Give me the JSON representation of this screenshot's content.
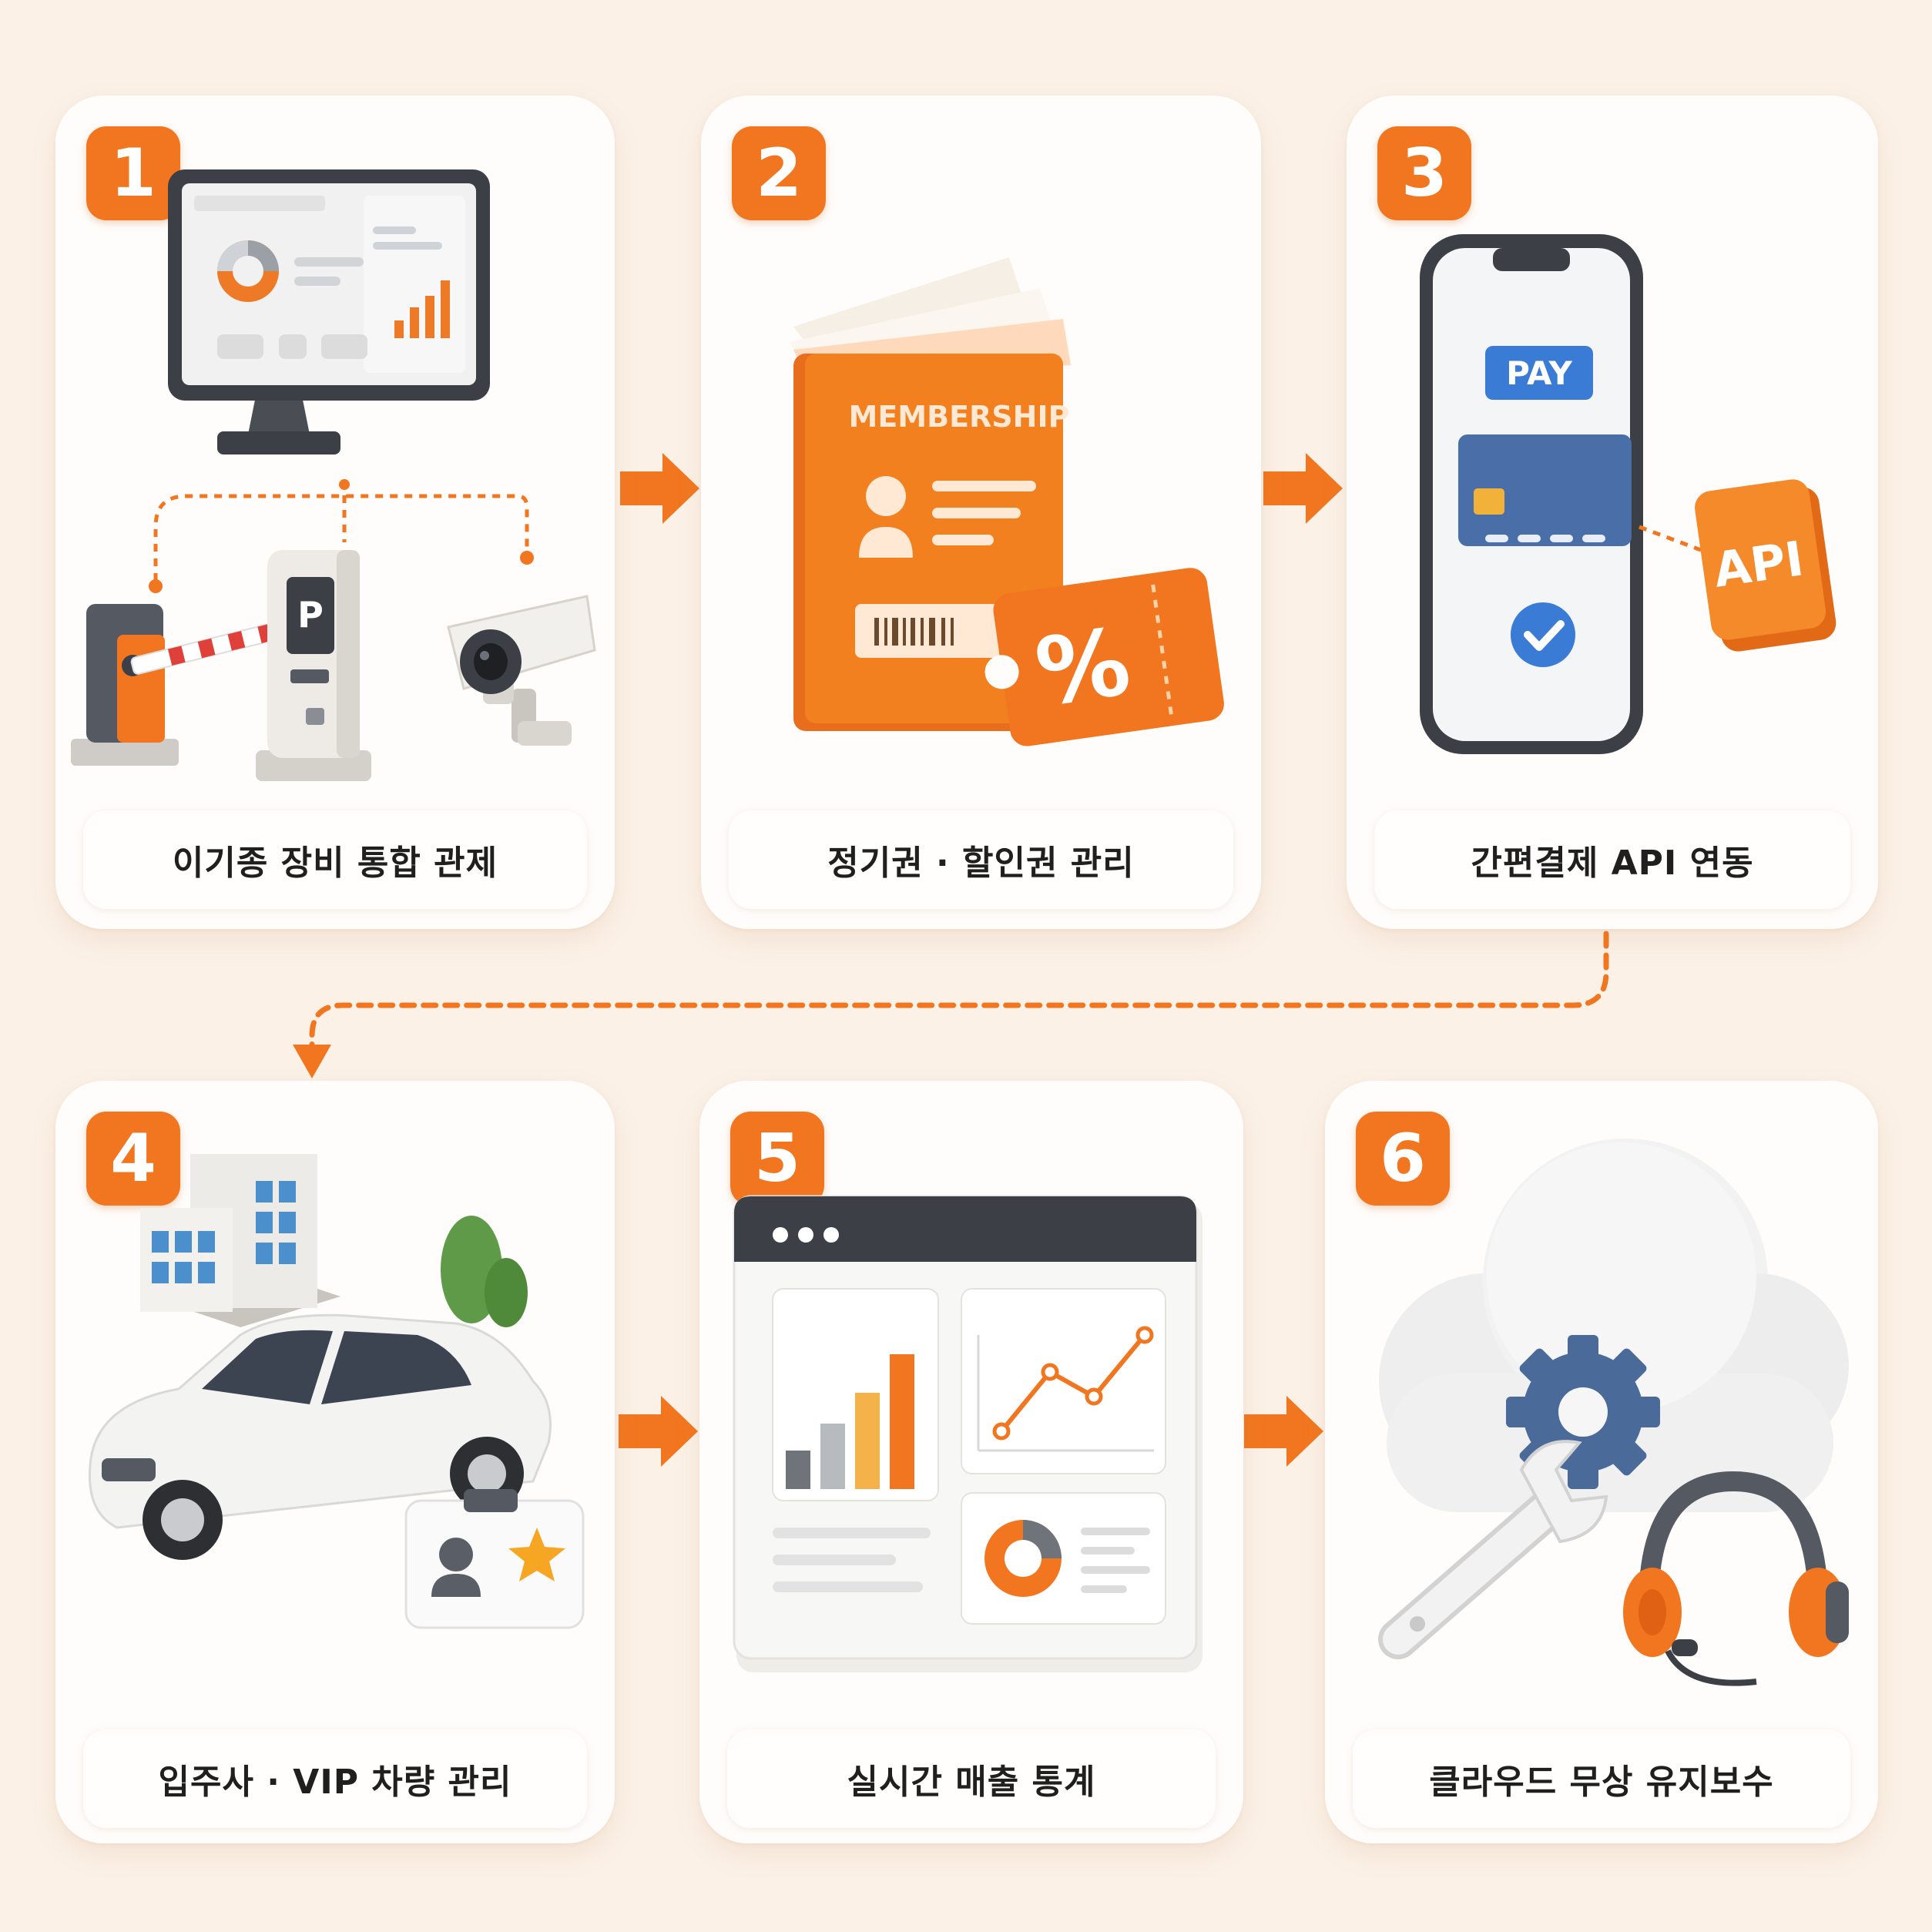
{
  "steps": [
    {
      "number": "1",
      "label": "이기종 장비 통합 관제"
    },
    {
      "number": "2",
      "label": "정기권 · 할인권 관리"
    },
    {
      "number": "3",
      "label": "간편결제 API 연동"
    },
    {
      "number": "4",
      "label": "입주사 · VIP 차량 관리"
    },
    {
      "number": "5",
      "label": "실시간 매출 통계"
    },
    {
      "number": "6",
      "label": "클라우드 무상 유지보수"
    }
  ],
  "illustration_text": {
    "parking_sign": "P",
    "membership_title": "MEMBERSHIP",
    "coupon_symbol": "%",
    "pay_button": "PAY",
    "api_tile": "API"
  },
  "icons": [
    "monitor-dashboard-icon",
    "barrier-gate-icon",
    "parking-kiosk-icon",
    "cctv-camera-icon",
    "membership-book-icon",
    "discount-coupon-icon",
    "smartphone-payment-icon",
    "credit-card-icon",
    "check-icon",
    "api-icon",
    "office-building-icon",
    "car-icon",
    "vip-id-card-icon",
    "analytics-window-icon",
    "cloud-icon",
    "gear-icon",
    "wrench-icon",
    "headset-icon"
  ],
  "colors": {
    "accent": "#f2761f",
    "background": "#fbf1e7",
    "card": "#fffdfb",
    "blue": "#3a7bd5",
    "dark": "#3c3f45"
  }
}
